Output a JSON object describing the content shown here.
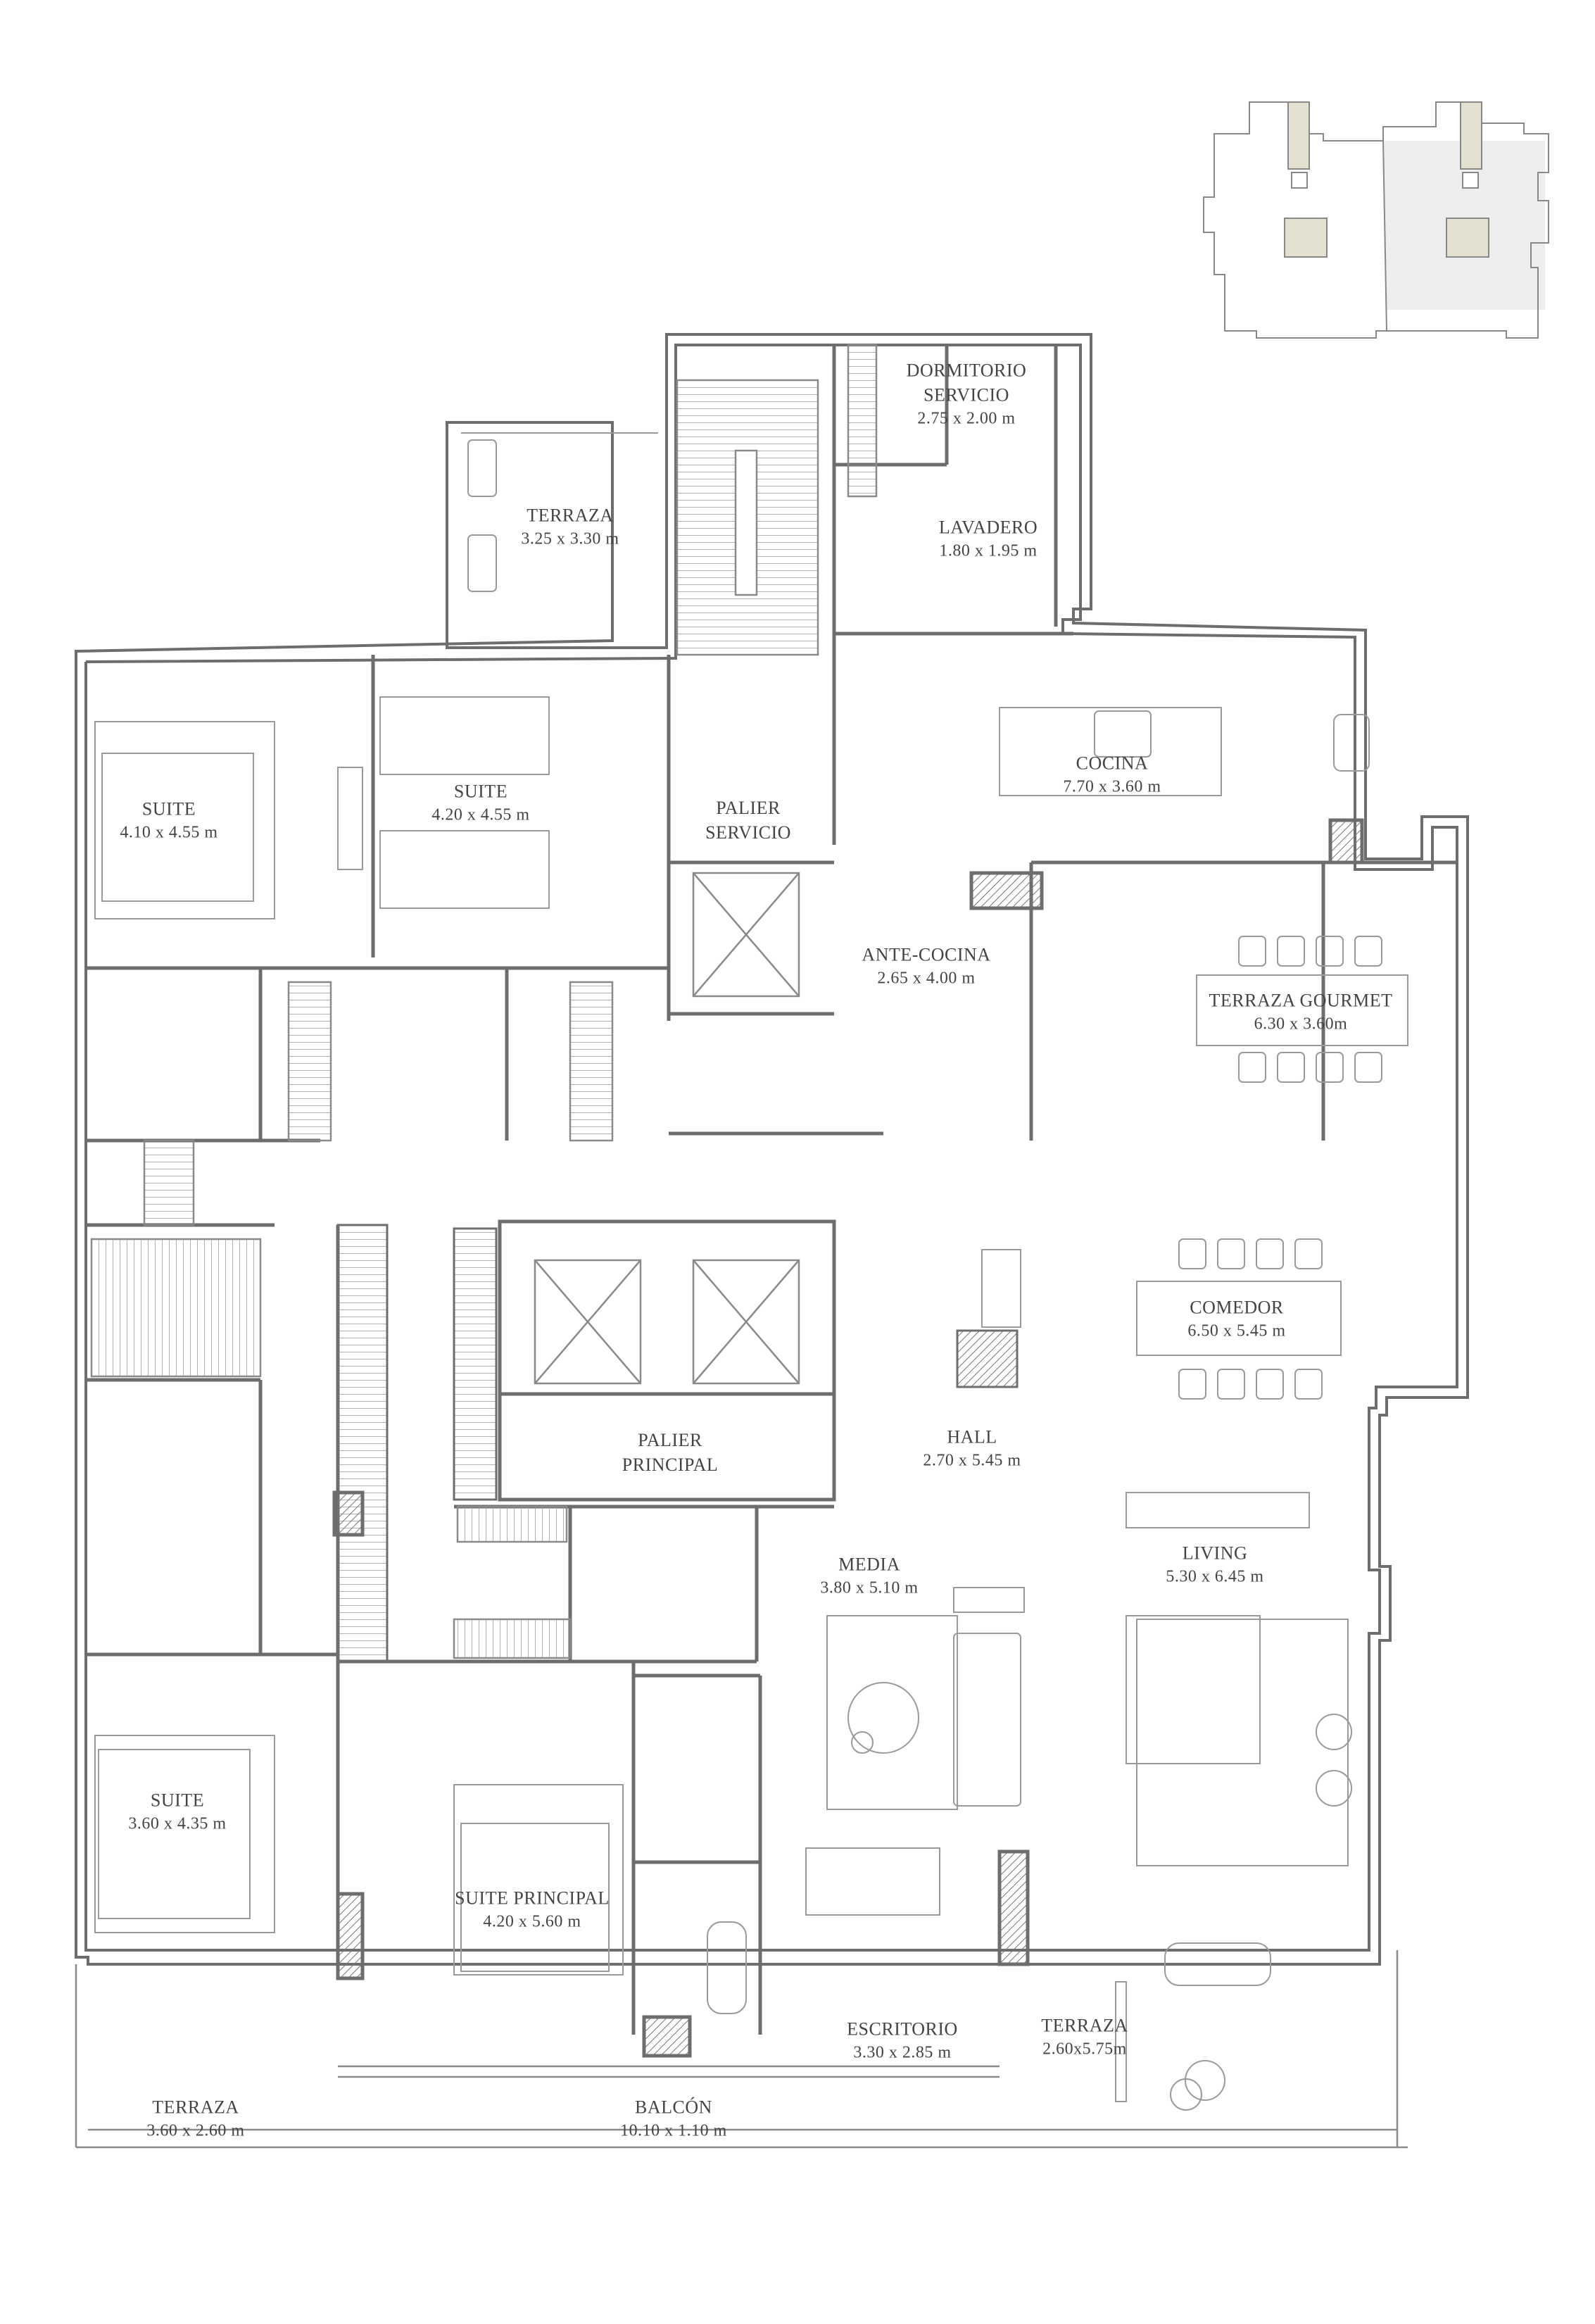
{
  "rooms": {
    "dorm_servicio": {
      "name": "DORMITORIO\nSERVICIO",
      "dim": "2.75 x 2.00 m"
    },
    "terraza_top": {
      "name": "TERRAZA",
      "dim": "3.25 x 3.30 m"
    },
    "lavadero": {
      "name": "LAVADERO",
      "dim": "1.80 x 1.95 m"
    },
    "cocina": {
      "name": "COCINA",
      "dim": "7.70 x 3.60 m"
    },
    "suite_1": {
      "name": "SUITE",
      "dim": "4.10 x 4.55 m"
    },
    "suite_2": {
      "name": "SUITE",
      "dim": "4.20 x 4.55 m"
    },
    "palier_servicio": {
      "name": "PALIER\nSERVICIO",
      "dim": ""
    },
    "ante_cocina": {
      "name": "ANTE-COCINA",
      "dim": "2.65 x 4.00 m"
    },
    "terraza_gourmet": {
      "name": "TERRAZA GOURMET",
      "dim": "6.30 x 3.60m"
    },
    "comedor": {
      "name": "COMEDOR",
      "dim": "6.50 x 5.45 m"
    },
    "palier_principal": {
      "name": "PALIER\nPRINCIPAL",
      "dim": ""
    },
    "hall": {
      "name": "HALL",
      "dim": "2.70 x 5.45 m"
    },
    "media": {
      "name": "MEDIA",
      "dim": "3.80 x 5.10 m"
    },
    "living": {
      "name": "LIVING",
      "dim": "5.30 x 6.45 m"
    },
    "suite_3": {
      "name": "SUITE",
      "dim": "3.60 x 4.35 m"
    },
    "suite_principal": {
      "name": "SUITE PRINCIPAL",
      "dim": "4.20 x 5.60 m"
    },
    "escritorio": {
      "name": "ESCRITORIO",
      "dim": "3.30 x 2.85 m"
    },
    "terraza_right": {
      "name": "TERRAZA",
      "dim": "2.60x5.75m"
    },
    "terraza_left": {
      "name": "TERRAZA",
      "dim": "3.60 x 2.60 m"
    },
    "balcon": {
      "name": "BALCÓN",
      "dim": "10.10 x 1.10 m"
    }
  },
  "colors": {
    "wall": "#6d6d6d",
    "line": "#9a9a9a",
    "fill_hatch": "#8a8a8a",
    "keyplan_highlight": "#e6e3d6",
    "keyplan_shade": "#eeeeee"
  }
}
